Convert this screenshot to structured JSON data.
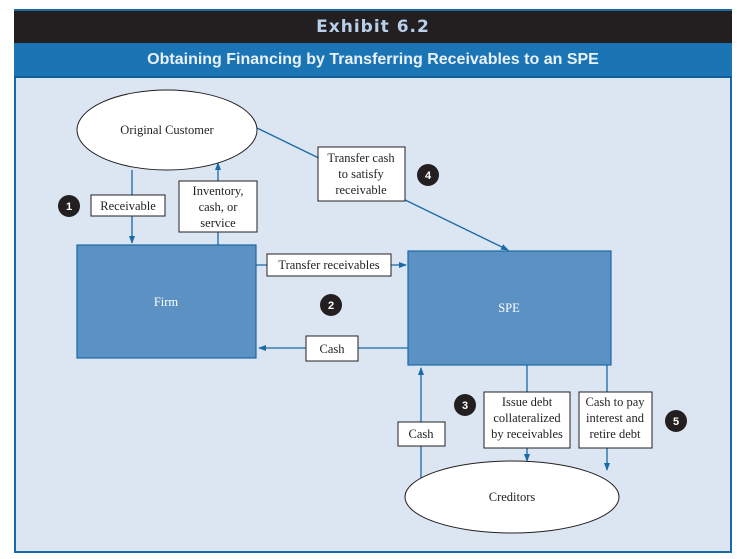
{
  "header": {
    "exhibit": "Exhibit 6.2",
    "title": "Obtaining Financing by Transferring Receivables to an SPE"
  },
  "colors": {
    "header_dark": "#231f20",
    "header_blue": "#1b75b5",
    "background": "#dce6f2",
    "entity_fill": "#5b91c3",
    "line": "#1a6aa6"
  },
  "nodes": {
    "customer": "Original Customer",
    "firm": "Firm",
    "spe": "SPE",
    "creditors": "Creditors"
  },
  "flows": {
    "receivable": [
      "Receivable"
    ],
    "inventory": [
      "Inventory,",
      "cash, or",
      "service"
    ],
    "transfer_cash": [
      "Transfer cash",
      "to satisfy",
      "receivable"
    ],
    "transfer_receivables": [
      "Transfer receivables"
    ],
    "cash_to_firm": [
      "Cash"
    ],
    "cash_from_creditors": [
      "Cash"
    ],
    "issue_debt": [
      "Issue debt",
      "collateralized",
      "by receivables"
    ],
    "cash_to_pay": [
      "Cash to pay",
      "interest and",
      "retire debt"
    ]
  },
  "steps": [
    "1",
    "2",
    "3",
    "4",
    "5"
  ]
}
